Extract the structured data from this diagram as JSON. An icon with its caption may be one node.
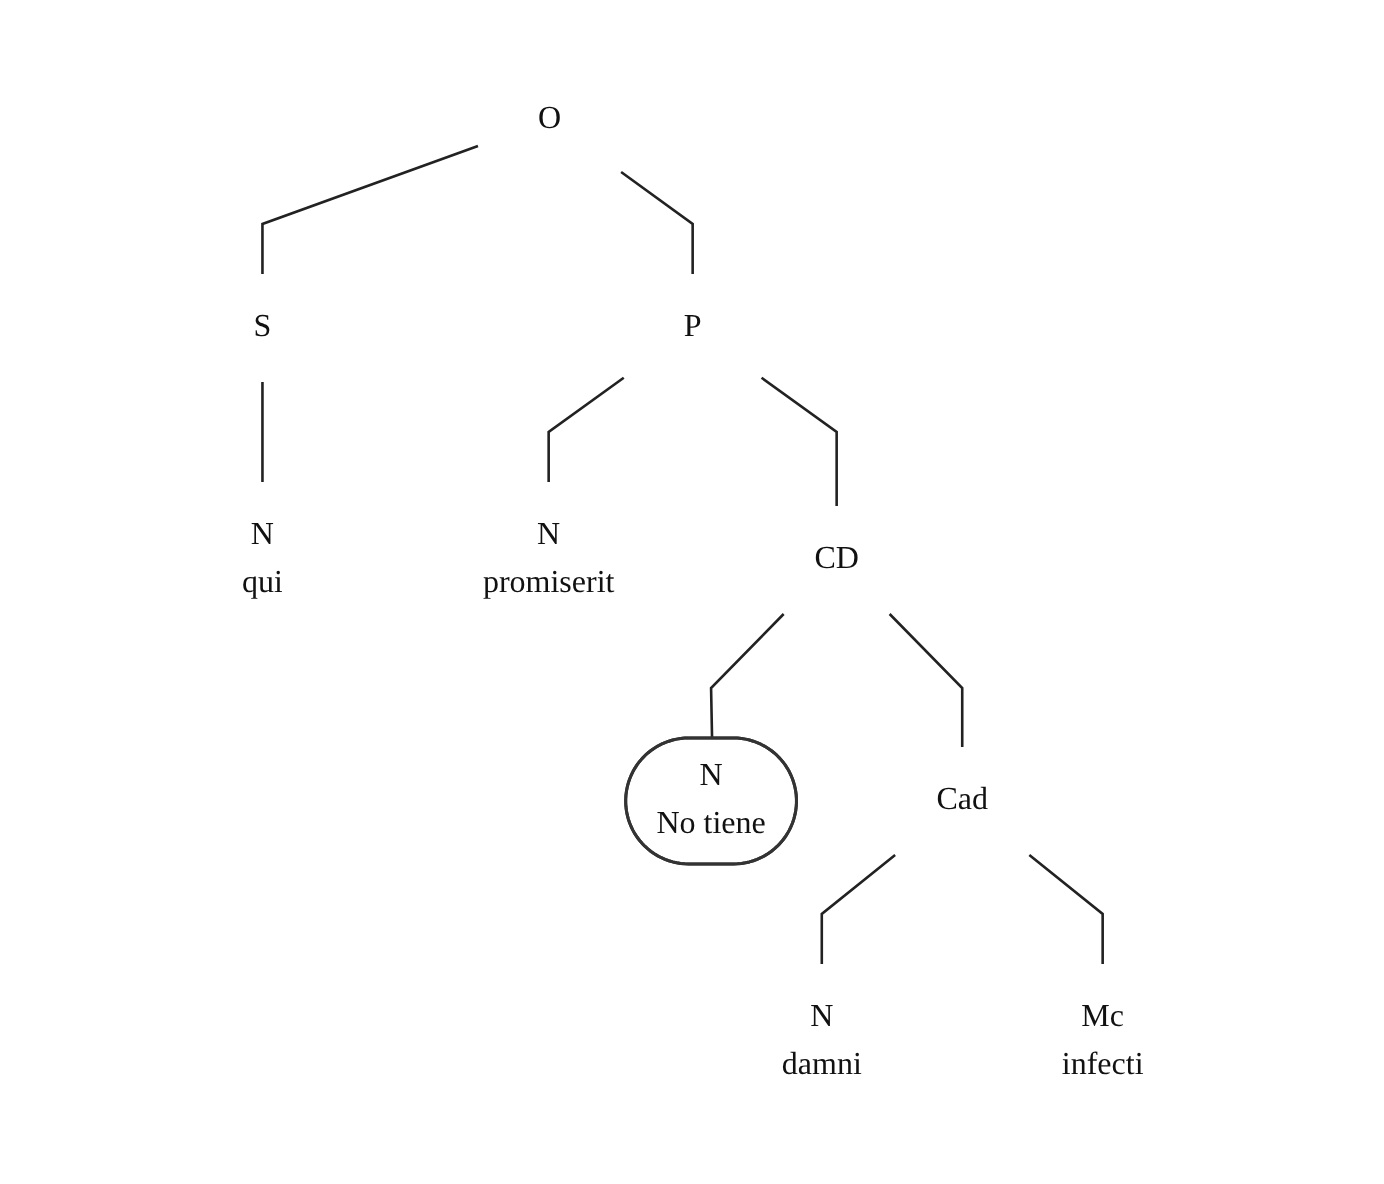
{
  "diagram": {
    "nodes": [
      {
        "text": [
          "O"
        ]
      },
      {
        "text": [
          "S"
        ]
      },
      {
        "text": [
          "P"
        ]
      },
      {
        "text": [
          "N",
          "qui"
        ]
      },
      {
        "text": [
          "N",
          "promiserit"
        ]
      },
      {
        "text": [
          "CD"
        ]
      },
      {
        "text": [
          "N",
          "No tiene"
        ]
      },
      {
        "text": [
          "Cad"
        ]
      },
      {
        "text": [
          "N",
          "damni"
        ]
      },
      {
        "text": [
          "Mc",
          "infecti"
        ]
      }
    ],
    "edges": [
      {
        "from": 0,
        "to": 1,
        "arrow": "none"
      },
      {
        "from": 0,
        "to": 2,
        "arrow": "none"
      },
      {
        "from": 1,
        "to": 3,
        "arrow": "none"
      },
      {
        "from": 2,
        "to": 4,
        "arrow": "none"
      },
      {
        "from": 2,
        "to": 5,
        "arrow": "none"
      },
      {
        "from": 5,
        "to": 6,
        "arrow": "none"
      },
      {
        "from": 5,
        "to": 7,
        "arrow": "none"
      },
      {
        "from": 7,
        "to": 8,
        "arrow": "none"
      },
      {
        "from": 7,
        "to": 9,
        "arrow": "none"
      }
    ]
  }
}
